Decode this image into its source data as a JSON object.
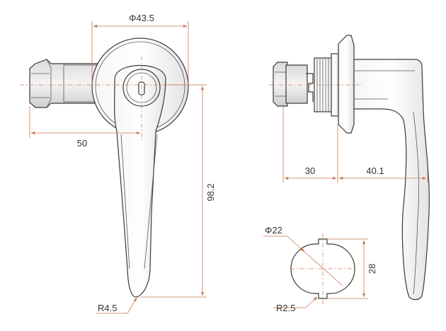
{
  "drawing": {
    "front_view": {
      "diameter_label": "Φ43.5",
      "cam_length_label": "50",
      "handle_length_label": "98.2",
      "tip_radius_label": "R4.5"
    },
    "side_view": {
      "body_length_label": "30",
      "handle_depth_label": "40.1"
    },
    "cutout_view": {
      "diameter_label": "Φ22",
      "flat_width_label": "28",
      "corner_radius_label": "R2.5"
    }
  },
  "colors": {
    "dimension_line": "#c8784f",
    "center_line": "#c8784f",
    "outline": "#3a3a3a",
    "text": "#333333"
  }
}
